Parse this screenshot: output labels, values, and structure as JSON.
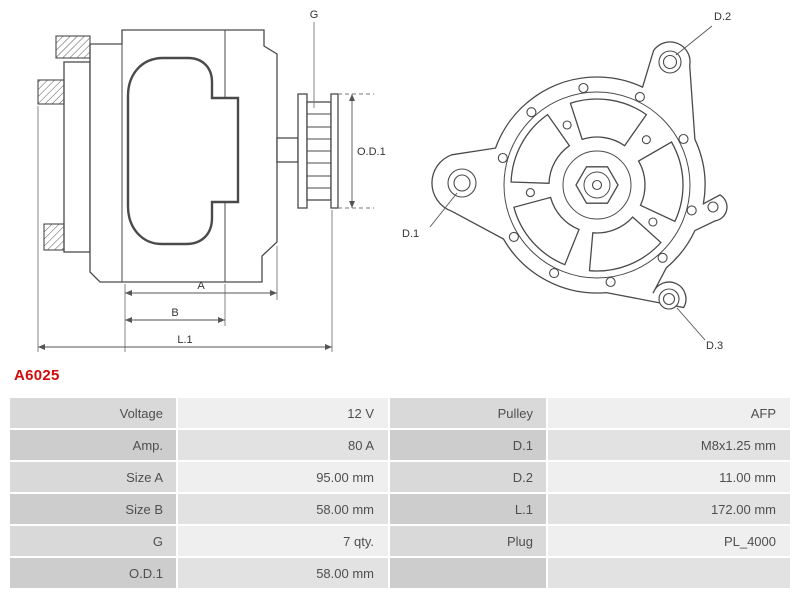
{
  "part_number": "A6025",
  "colors": {
    "part_number_red": "#d20a0a",
    "drawing_line": "#4a4a4a",
    "label_cell_bg": "#d9d9d9",
    "value_cell_bg": "#efefef"
  },
  "drawing": {
    "labels": {
      "g": "G",
      "od1": "O.D.1",
      "a": "A",
      "b": "B",
      "l1": "L.1",
      "d1": "D.1",
      "d2": "D.2",
      "d3": "D.3"
    }
  },
  "spec_table": {
    "rows": [
      {
        "left_label": "Voltage",
        "left_value": "12 V",
        "right_label": "Pulley",
        "right_value": "AFP"
      },
      {
        "left_label": "Amp.",
        "left_value": "80 A",
        "right_label": "D.1",
        "right_value": "M8x1.25 mm"
      },
      {
        "left_label": "Size A",
        "left_value": "95.00 mm",
        "right_label": "D.2",
        "right_value": "11.00 mm"
      },
      {
        "left_label": "Size B",
        "left_value": "58.00 mm",
        "right_label": "L.1",
        "right_value": "172.00 mm"
      },
      {
        "left_label": "G",
        "left_value": "7 qty.",
        "right_label": "Plug",
        "right_value": "PL_4000"
      },
      {
        "left_label": "O.D.1",
        "left_value": "58.00 mm",
        "right_label": "",
        "right_value": ""
      }
    ]
  }
}
